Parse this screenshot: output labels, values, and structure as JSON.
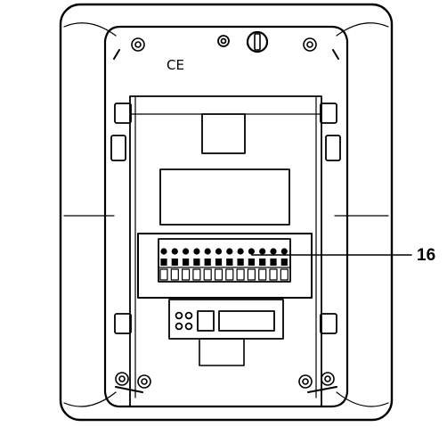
{
  "figure": {
    "ce_mark": "CE",
    "callout_number": "16",
    "terminal_count": 12,
    "screw_icon": "screw-icon",
    "line_color": "#000000",
    "background": "#ffffff"
  }
}
